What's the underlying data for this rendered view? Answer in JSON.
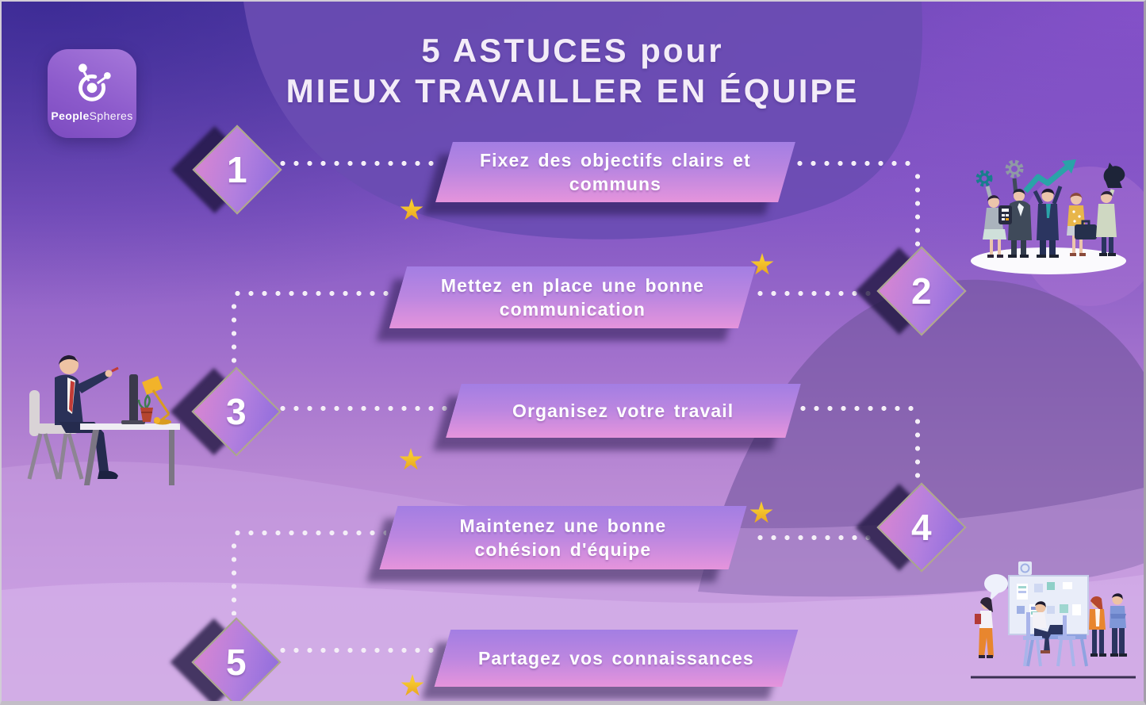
{
  "logo": {
    "brand_bold": "People",
    "brand_light": "Spheres"
  },
  "title": {
    "line1": "5 ASTUCES pour",
    "line2": "MIEUX TRAVAILLER EN ÉQUIPE"
  },
  "items": [
    {
      "number": "1",
      "label": "Fixez des objectifs clairs et communs",
      "side": "left"
    },
    {
      "number": "2",
      "label": "Mettez en place une bonne communication",
      "side": "right"
    },
    {
      "number": "3",
      "label": "Organisez votre travail",
      "side": "left"
    },
    {
      "number": "4",
      "label": "Maintenez une bonne cohésion d'équipe",
      "side": "right"
    },
    {
      "number": "5",
      "label": "Partagez vos connaissances",
      "side": "left"
    }
  ],
  "icons": {
    "star": "star-icon",
    "logo_mark": "molecule-network-icon",
    "decorative_illustrations": [
      "team-achievements-illustration",
      "man-working-at-desk-illustration",
      "team-meeting-board-illustration"
    ]
  },
  "colors": {
    "bg_top_left": "#3e339d",
    "bg_top_right": "#9a5ed2",
    "bg_bottom": "#c79ade",
    "banner_top": "#a37ee3",
    "banner_bottom": "#e594dc",
    "diamond_violet": "#9670dd",
    "diamond_pink": "#d184d4",
    "diamond_border": "#aaaf7d",
    "shadow": "#241c4a",
    "dots": "#f4eef7",
    "star": "#f2b824",
    "text": "#ffffff"
  }
}
